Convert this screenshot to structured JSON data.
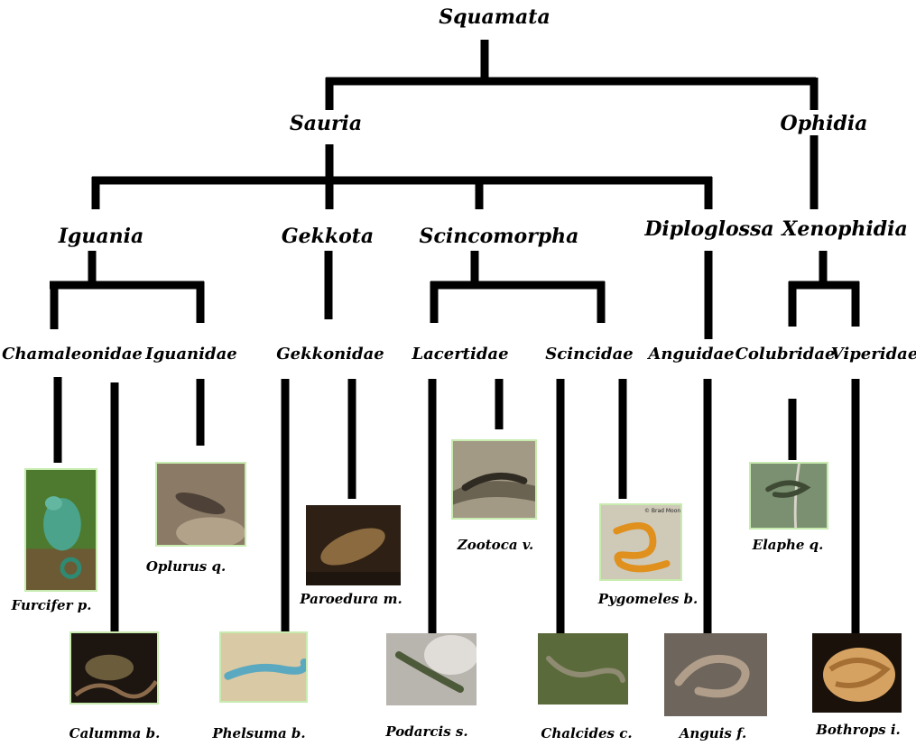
{
  "root": "Squamata",
  "clades": {
    "sauria": "Sauria",
    "ophidia": "Ophidia",
    "iguania": "Iguania",
    "gekkota": "Gekkota",
    "scincomorpha": "Scincomorpha",
    "diploglossa": "Diploglossa",
    "xenophidia": "Xenophidia"
  },
  "families": {
    "chamaeleonidae": "Chamaleonidae",
    "iguanidae": "Iguanidae",
    "gekkonidae": "Gekkonidae",
    "lacertidae": "Lacertidae",
    "scincidae": "Scincidae",
    "anguidae": "Anguidae",
    "colubridae": "Colubridae",
    "viperidae": "Viperidae"
  },
  "species": {
    "furcifer": "Furcifer p.",
    "calumma": "Calumma b.",
    "oplurus": "Oplurus q.",
    "phelsuma": "Phelsuma b.",
    "paroedura": "Paroedura m.",
    "zootoca": "Zootoca v.",
    "podarcis": "Podarcis s.",
    "chalcides": "Chalcides c.",
    "pygomeles": "Pygomeles b.",
    "anguis": "Anguis f.",
    "elaphe": "Elaphe q.",
    "bothrops": "Bothrops i."
  },
  "credits": {
    "pygomeles": "© Brad Moon"
  },
  "colors": {
    "line": "#000000",
    "photo_border": "#c8ecb0"
  }
}
